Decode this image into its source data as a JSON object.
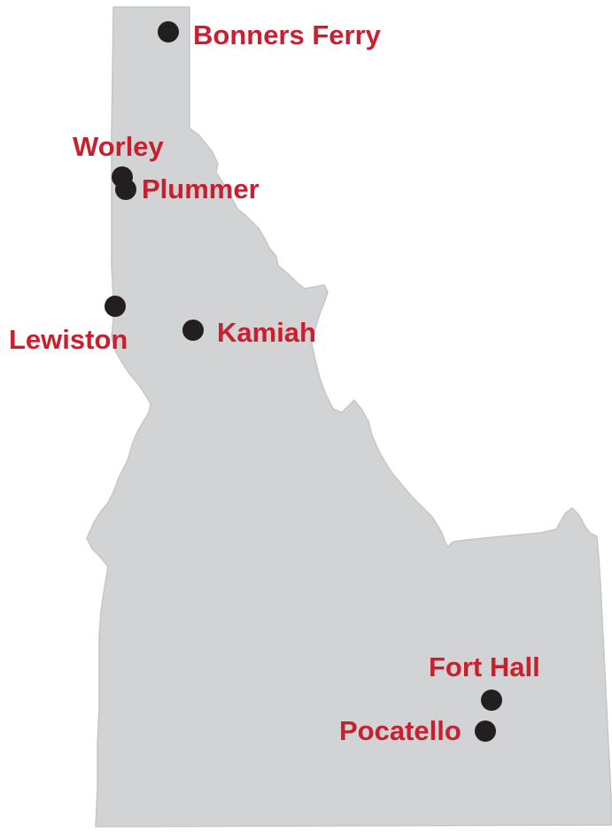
{
  "map": {
    "land_color": "#d1d3d4",
    "marker_color": "#231f20",
    "label_color": "#c8202f",
    "cities": [
      {
        "name": "Bonners Ferry",
        "marker_icon": "city-dot"
      },
      {
        "name": "Worley",
        "marker_icon": "city-dot"
      },
      {
        "name": "Plummer",
        "marker_icon": "city-dot"
      },
      {
        "name": "Lewiston",
        "marker_icon": "city-dot"
      },
      {
        "name": "Kamiah",
        "marker_icon": "city-dot"
      },
      {
        "name": "Fort Hall",
        "marker_icon": "city-dot"
      },
      {
        "name": "Pocatello",
        "marker_icon": "city-dot"
      }
    ]
  }
}
